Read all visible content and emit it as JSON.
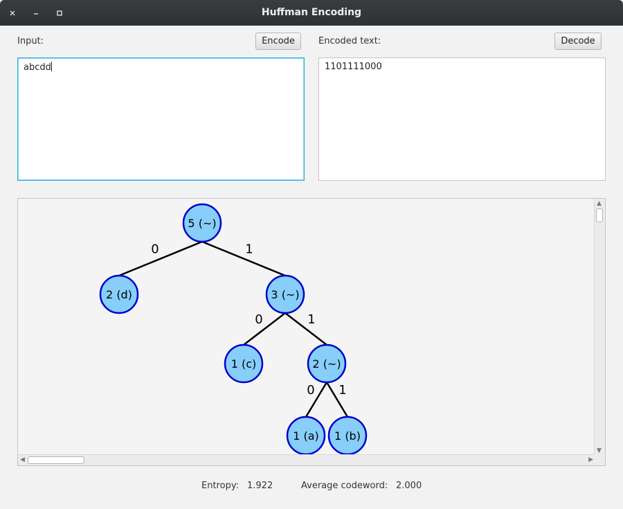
{
  "window": {
    "title": "Huffman Encoding",
    "controls": [
      "close-icon",
      "minimize-icon",
      "maximize-icon"
    ]
  },
  "input": {
    "label": "Input:",
    "button_label": "Encode",
    "value": "abcdd"
  },
  "encoded": {
    "label": "Encoded text:",
    "button_label": "Decode",
    "value": "1101111000"
  },
  "tree": {
    "node_fill": "#87cefa",
    "node_stroke": "#0000cd",
    "nodes": [
      {
        "id": "root",
        "text": "5  (~)"
      },
      {
        "id": "d",
        "text": "2  (d)"
      },
      {
        "id": "n3",
        "text": "3  (~)"
      },
      {
        "id": "c",
        "text": "1  (c)"
      },
      {
        "id": "n2",
        "text": "2  (~)"
      },
      {
        "id": "a",
        "text": "1  (a)"
      },
      {
        "id": "b",
        "text": "1  (b)"
      }
    ],
    "edges": [
      {
        "from": "root",
        "to": "d",
        "label": "0"
      },
      {
        "from": "root",
        "to": "n3",
        "label": "1"
      },
      {
        "from": "n3",
        "to": "c",
        "label": "0"
      },
      {
        "from": "n3",
        "to": "n2",
        "label": "1"
      },
      {
        "from": "n2",
        "to": "a",
        "label": "0"
      },
      {
        "from": "n2",
        "to": "b",
        "label": "1"
      }
    ]
  },
  "status": {
    "entropy_label": "Entropy:",
    "entropy_value": "1.922",
    "avg_label": "Average codeword:",
    "avg_value": "2.000"
  }
}
